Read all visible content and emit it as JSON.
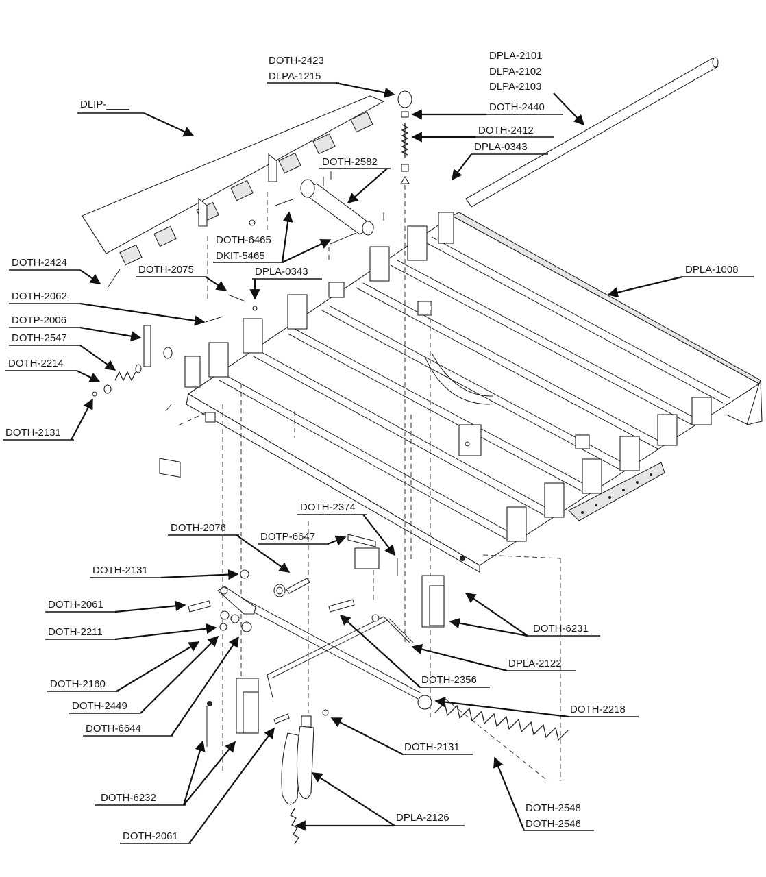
{
  "diagram": {
    "callouts": [
      {
        "id": "c1",
        "lines": [
          "DOTH-2423",
          "DLPA-1215"
        ]
      },
      {
        "id": "c2",
        "lines": [
          "DPLA-2101",
          "DLPA-2102",
          "DLPA-2103"
        ]
      },
      {
        "id": "c3",
        "lines": [
          "DLIP-____"
        ]
      },
      {
        "id": "c4",
        "lines": [
          "DOTH-2440"
        ]
      },
      {
        "id": "c5",
        "lines": [
          "DOTH-2412"
        ]
      },
      {
        "id": "c6",
        "lines": [
          "DPLA-0343"
        ]
      },
      {
        "id": "c7",
        "lines": [
          "DOTH-2582"
        ]
      },
      {
        "id": "c8",
        "lines": [
          "DOTH-6465",
          "DKIT-5465"
        ]
      },
      {
        "id": "c9",
        "lines": [
          "DOTH-2424"
        ]
      },
      {
        "id": "c10",
        "lines": [
          "DOTH-2075"
        ]
      },
      {
        "id": "c11",
        "lines": [
          "DPLA-0343"
        ]
      },
      {
        "id": "c12",
        "lines": [
          "DPLA-1008"
        ]
      },
      {
        "id": "c13",
        "lines": [
          "DOTH-2062"
        ]
      },
      {
        "id": "c14",
        "lines": [
          "DOTP-2006"
        ]
      },
      {
        "id": "c15",
        "lines": [
          "DOTH-2547"
        ]
      },
      {
        "id": "c16",
        "lines": [
          "DOTH-2214"
        ]
      },
      {
        "id": "c17",
        "lines": [
          "DOTH-2131"
        ]
      },
      {
        "id": "c18",
        "lines": [
          "DOTH-2374"
        ]
      },
      {
        "id": "c19",
        "lines": [
          "DOTH-2076"
        ]
      },
      {
        "id": "c20",
        "lines": [
          "DOTP-6647"
        ]
      },
      {
        "id": "c21",
        "lines": [
          "DOTH-2131"
        ]
      },
      {
        "id": "c22",
        "lines": [
          "DOTH-2061"
        ]
      },
      {
        "id": "c23",
        "lines": [
          "DOTH-6231"
        ]
      },
      {
        "id": "c24",
        "lines": [
          "DOTH-2211"
        ]
      },
      {
        "id": "c25",
        "lines": [
          "DPLA-2122"
        ]
      },
      {
        "id": "c26",
        "lines": [
          "DOTH-2356"
        ]
      },
      {
        "id": "c27",
        "lines": [
          "DOTH-2160"
        ]
      },
      {
        "id": "c28",
        "lines": [
          "DOTH-2218"
        ]
      },
      {
        "id": "c29",
        "lines": [
          "DOTH-2449"
        ]
      },
      {
        "id": "c30",
        "lines": [
          "DOTH-6644"
        ]
      },
      {
        "id": "c31",
        "lines": [
          "DOTH-2131"
        ]
      },
      {
        "id": "c32",
        "lines": [
          "DOTH-6232"
        ]
      },
      {
        "id": "c33",
        "lines": [
          "DOTH-2548",
          "DOTH-2546"
        ]
      },
      {
        "id": "c34",
        "lines": [
          "DPLA-2126"
        ]
      },
      {
        "id": "c35",
        "lines": [
          "DOTH-2061"
        ]
      }
    ]
  }
}
